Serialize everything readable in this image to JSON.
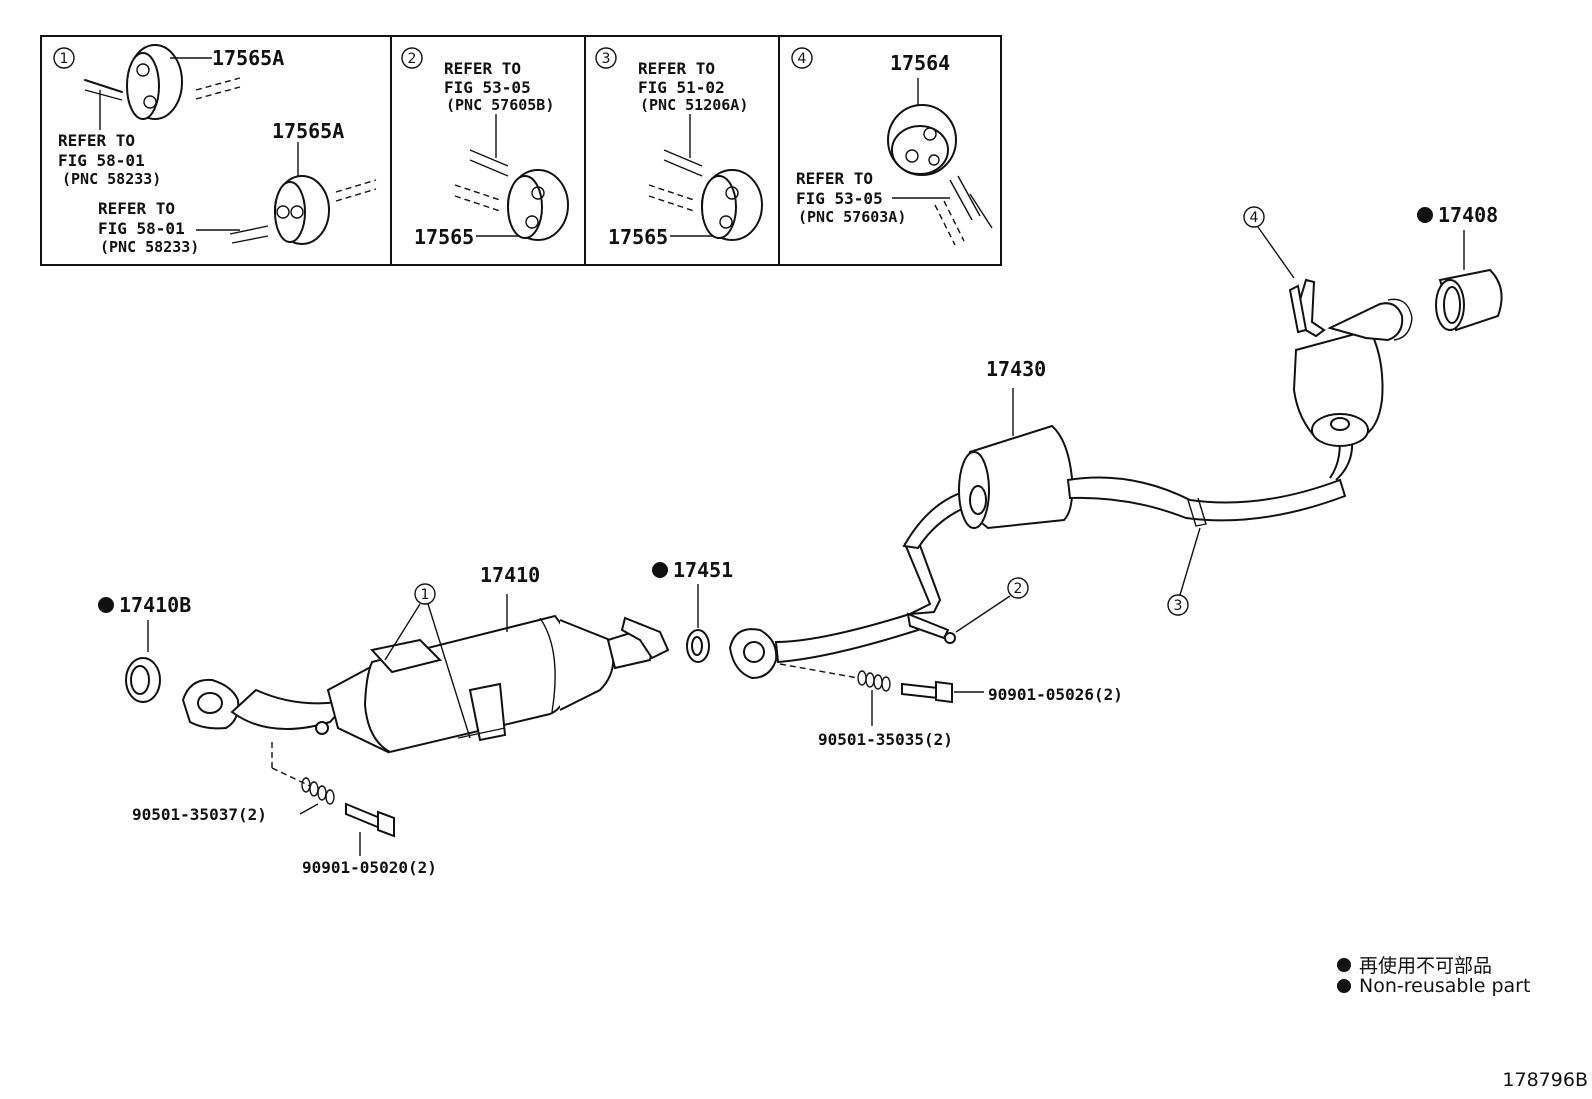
{
  "inset_panels": [
    {
      "marker": "1",
      "parts": [
        "17565A",
        "17565A"
      ],
      "refs": [
        {
          "refer": "REFER TO",
          "fig": "FIG 58-01",
          "pnc": "(PNC 58233)"
        },
        {
          "refer": "REFER TO",
          "fig": "FIG 58-01",
          "pnc": "(PNC 58233)"
        }
      ]
    },
    {
      "marker": "2",
      "parts": [
        "17565"
      ],
      "refs": [
        {
          "refer": "REFER TO",
          "fig": "FIG 53-05",
          "pnc": "(PNC 57605B)"
        }
      ]
    },
    {
      "marker": "3",
      "parts": [
        "17565"
      ],
      "refs": [
        {
          "refer": "REFER TO",
          "fig": "FIG 51-02",
          "pnc": "(PNC 51206A)"
        }
      ]
    },
    {
      "marker": "4",
      "parts": [
        "17564"
      ],
      "refs": [
        {
          "refer": "REFER TO",
          "fig": "FIG 53-05",
          "pnc": "(PNC 57603A)"
        }
      ]
    }
  ],
  "main_labels": {
    "gasket_front": "17410B",
    "converter": "17410",
    "gasket_center": "17451",
    "center_pipe": "17430",
    "tail_tip": "17408",
    "bolt_front": "90901-05020(2)",
    "spring_front": "90501-35037(2)",
    "bolt_center": "90901-05026(2)",
    "spring_center": "90501-35035(2)"
  },
  "callouts": [
    "1",
    "2",
    "3",
    "4"
  ],
  "legend": {
    "japanese": "再使用不可部品",
    "english": "Non-reusable part"
  },
  "figure_id": "178796B",
  "colors": {
    "line": "#111111",
    "background": "#ffffff"
  }
}
